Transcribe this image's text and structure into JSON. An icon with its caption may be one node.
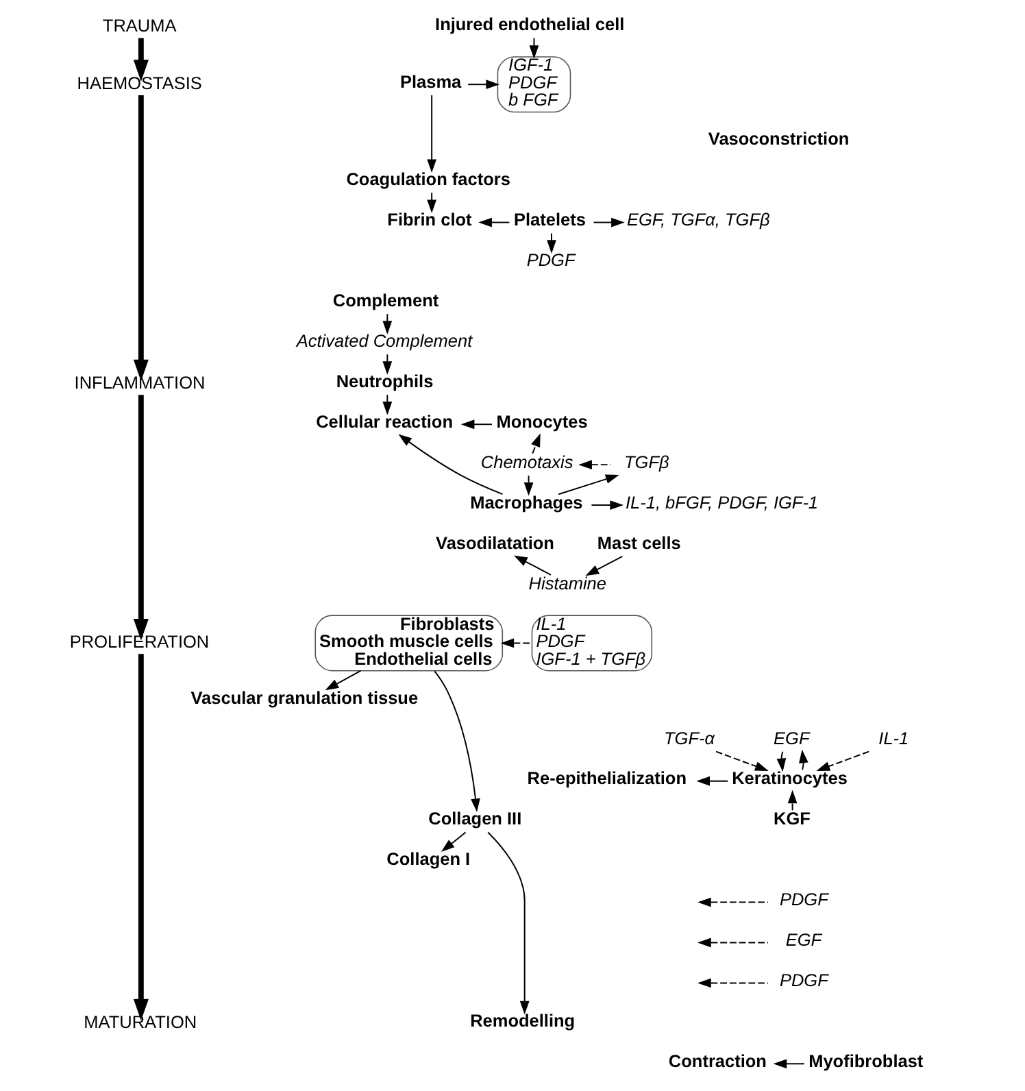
{
  "diagram": {
    "nodes": [
      {
        "text": [
          "TRAUMA"
        ]
      },
      {
        "text": [
          "Injured endothelial cell"
        ]
      },
      {
        "text": [
          "HAEMOSTASIS"
        ]
      },
      {
        "text": [
          "Plasma"
        ]
      },
      {
        "text": [
          "IGF-1",
          "PDGF",
          "b FGF"
        ]
      },
      {
        "text": [
          "Vasoconstriction"
        ]
      },
      {
        "text": [
          "Coagulation factors"
        ]
      },
      {
        "text": [
          "Fibrin clot"
        ]
      },
      {
        "text": [
          "Platelets"
        ]
      },
      {
        "text": [
          "EGF, TGFα, TGFβ"
        ]
      },
      {
        "text": [
          "PDGF"
        ]
      },
      {
        "text": [
          "Complement"
        ]
      },
      {
        "text": [
          "Activated Complement"
        ]
      },
      {
        "text": [
          "INFLAMMATION"
        ]
      },
      {
        "text": [
          "Neutrophils"
        ]
      },
      {
        "text": [
          "Cellular reaction"
        ]
      },
      {
        "text": [
          "Monocytes"
        ]
      },
      {
        "text": [
          "Chemotaxis"
        ]
      },
      {
        "text": [
          "TGFβ"
        ]
      },
      {
        "text": [
          "Macrophages"
        ]
      },
      {
        "text": [
          "IL-1, bFGF, PDGF, IGF-1"
        ]
      },
      {
        "text": [
          "Vasodilatation"
        ]
      },
      {
        "text": [
          "Mast cells"
        ]
      },
      {
        "text": [
          "Histamine"
        ]
      },
      {
        "text": [
          "PROLIFERATION"
        ]
      },
      {
        "text": [
          "Vascular granulation tissue"
        ]
      },
      {
        "text": [
          "Fibroblasts",
          "Smooth muscle cells",
          "Endothelial cells"
        ]
      },
      {
        "text": [
          "IL-1",
          "PDGF",
          "IGF-1 + TGFβ"
        ]
      },
      {
        "text": [
          "TGF-α"
        ]
      },
      {
        "text": [
          "EGF"
        ]
      },
      {
        "text": [
          "IL-1"
        ]
      },
      {
        "text": [
          "Re-epithelialization"
        ]
      },
      {
        "text": [
          "Keratinocytes"
        ]
      },
      {
        "text": [
          "KGF"
        ]
      },
      {
        "text": [
          "Collagen III"
        ]
      },
      {
        "text": [
          "Collagen I"
        ]
      },
      {
        "text": [
          "PDGF"
        ]
      },
      {
        "text": [
          "EGF"
        ]
      },
      {
        "text": [
          "PDGF"
        ]
      },
      {
        "text": [
          "MATURATION"
        ]
      },
      {
        "text": [
          "Remodelling"
        ]
      },
      {
        "text": [
          "Contraction"
        ]
      },
      {
        "text": [
          "Myofibroblast"
        ]
      }
    ],
    "edges": [
      {
        "from": 0,
        "to": 2,
        "arrow": "to",
        "style": "thick"
      },
      {
        "from": 2,
        "to": 13,
        "arrow": "to",
        "style": "thick"
      },
      {
        "from": 13,
        "to": 24,
        "arrow": "to",
        "style": "thick"
      },
      {
        "from": 24,
        "to": 39,
        "arrow": "to",
        "style": "thick"
      },
      {
        "from": 1,
        "to": 4,
        "arrow": "to"
      },
      {
        "from": 3,
        "to": 4,
        "arrow": "to"
      },
      {
        "from": 3,
        "to": 6,
        "arrow": "to"
      },
      {
        "from": 6,
        "to": 7,
        "arrow": "to"
      },
      {
        "from": 8,
        "to": 7,
        "arrow": "to"
      },
      {
        "from": 8,
        "to": 9,
        "arrow": "to"
      },
      {
        "from": 8,
        "to": 10,
        "arrow": "to"
      },
      {
        "from": 11,
        "to": 12,
        "arrow": "to"
      },
      {
        "from": 12,
        "to": 14,
        "arrow": "to"
      },
      {
        "from": 14,
        "to": 15,
        "arrow": "to"
      },
      {
        "from": 16,
        "to": 15,
        "arrow": "to"
      },
      {
        "from": 19,
        "to": 15,
        "arrow": "to"
      },
      {
        "from": 17,
        "to": 16,
        "arrow": "to",
        "style": "dashed"
      },
      {
        "from": 17,
        "to": 19,
        "arrow": "to",
        "style": "dashed"
      },
      {
        "from": 18,
        "to": 17,
        "arrow": "to",
        "style": "dashed"
      },
      {
        "from": 19,
        "to": 18,
        "arrow": "to"
      },
      {
        "from": 19,
        "to": 20,
        "arrow": "to"
      },
      {
        "from": 22,
        "to": 23,
        "arrow": "to"
      },
      {
        "from": 23,
        "to": 21,
        "arrow": "to"
      },
      {
        "from": 26,
        "to": 25,
        "arrow": "to"
      },
      {
        "from": 27,
        "to": 26,
        "arrow": "to",
        "style": "dashed"
      },
      {
        "from": 26,
        "to": 34,
        "arrow": "to"
      },
      {
        "from": 28,
        "to": 32,
        "arrow": "to",
        "style": "dashed"
      },
      {
        "from": 32,
        "to": 29,
        "arrow": "to"
      },
      {
        "from": 29,
        "to": 32,
        "arrow": "to"
      },
      {
        "from": 30,
        "to": 32,
        "arrow": "to",
        "style": "dashed"
      },
      {
        "from": 32,
        "to": 31,
        "arrow": "to"
      },
      {
        "from": 33,
        "to": 32,
        "arrow": "to",
        "style": "dashed"
      },
      {
        "from": 34,
        "to": 35,
        "arrow": "to"
      },
      {
        "from": 34,
        "to": 40,
        "arrow": "to"
      },
      {
        "from": 36,
        "to": null,
        "arrow": "to",
        "style": "dashed"
      },
      {
        "from": 37,
        "to": null,
        "arrow": "to",
        "style": "dashed"
      },
      {
        "from": 38,
        "to": null,
        "arrow": "to",
        "style": "dashed"
      },
      {
        "from": 42,
        "to": 41,
        "arrow": "to"
      }
    ]
  }
}
